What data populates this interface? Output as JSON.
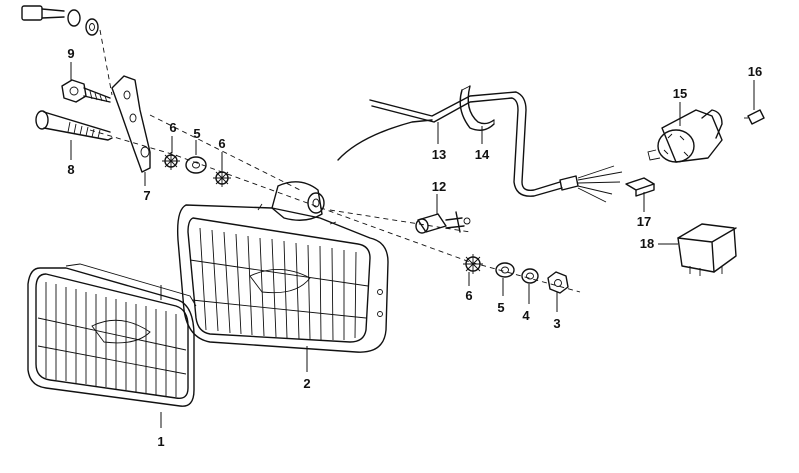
{
  "diagram": {
    "callouts": [
      "1",
      "2",
      "3",
      "4",
      "5",
      "5",
      "6",
      "6",
      "6",
      "7",
      "8",
      "9",
      "12",
      "13",
      "14",
      "15",
      "16",
      "17",
      "18"
    ]
  }
}
